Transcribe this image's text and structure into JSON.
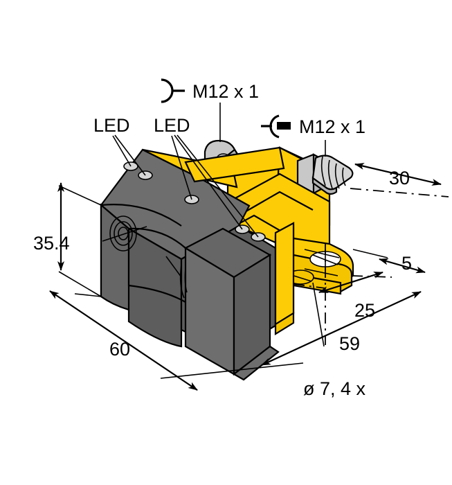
{
  "drawing": {
    "title": "Inductive sensor dimensional drawing",
    "background_color": "#ffffff",
    "line_color": "#000000",
    "body_color_yellow": "#fdcc07",
    "body_color_gray": "#666666",
    "metal_color": "#c8c8c8"
  },
  "labels": {
    "led_left": "LED",
    "led_right": "LED",
    "connector_top": "M12 x 1",
    "connector_right": "M12 x 1",
    "hole_note": "ø 7,  4 x"
  },
  "dimensions": {
    "height": "35.4",
    "length": "60",
    "depth": "30",
    "bracket_thickness": "5",
    "hole_spacing": "25",
    "overall_width": "59"
  },
  "icons": {
    "male_connector": "male-connector-icon",
    "female_connector": "female-connector-icon"
  }
}
